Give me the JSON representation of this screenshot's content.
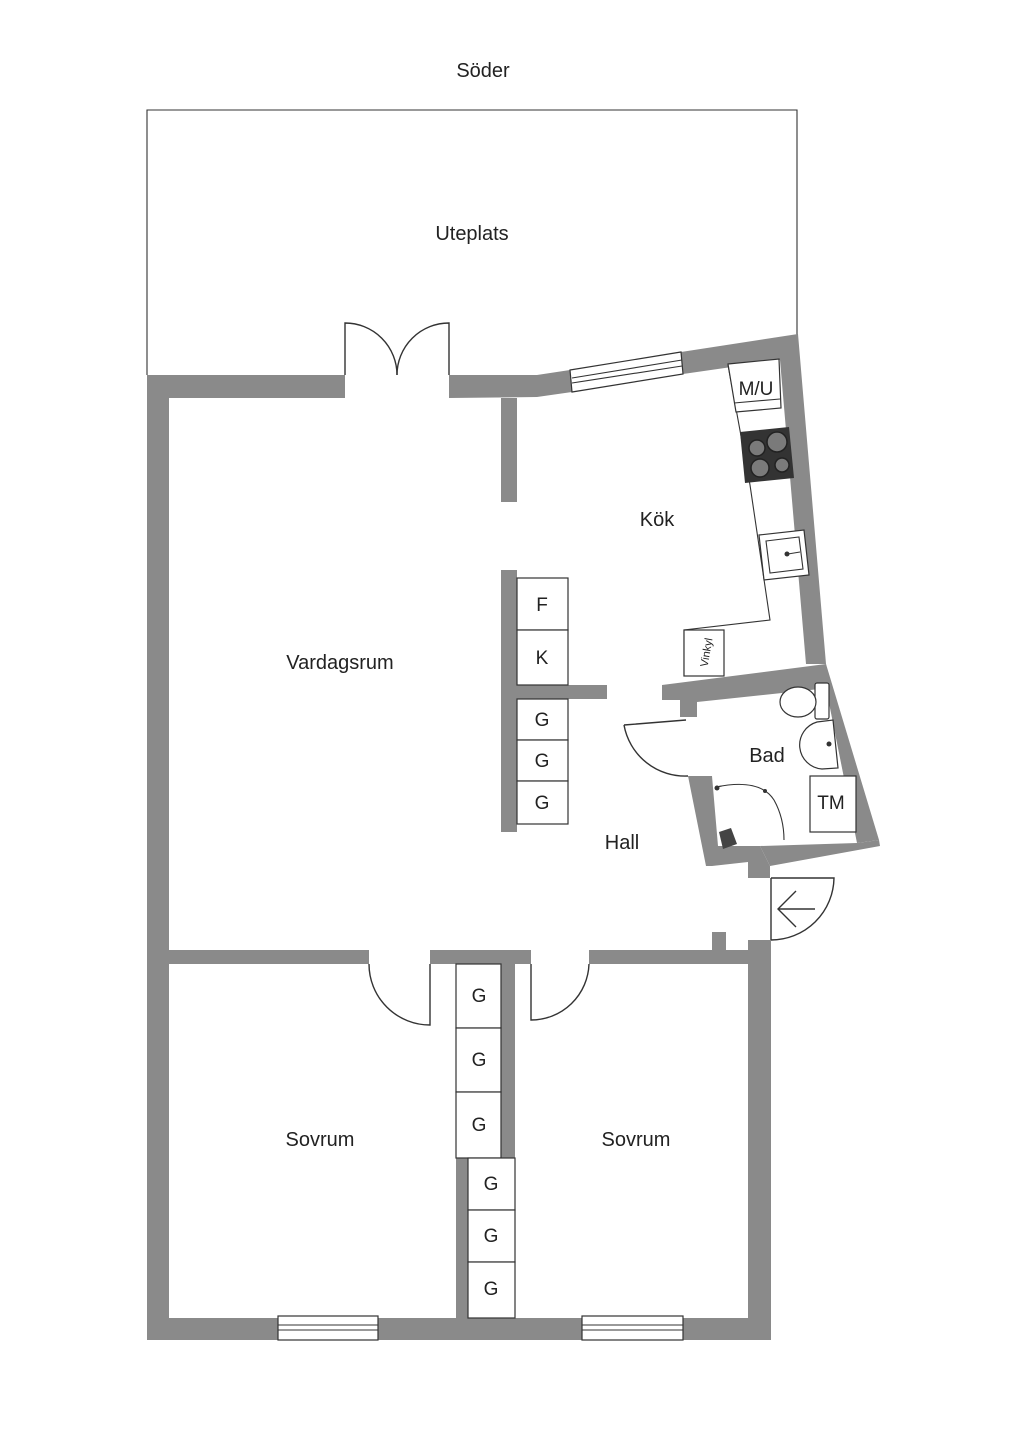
{
  "compass": "Söder",
  "rooms": {
    "patio": "Uteplats",
    "living": "Vardagsrum",
    "kitchen": "Kök",
    "bath": "Bad",
    "hall": "Hall",
    "bedroom_left": "Sovrum",
    "bedroom_right": "Sovrum"
  },
  "fixtures": {
    "dishwasher": "M/U",
    "fridge": "F",
    "freezer": "K",
    "wine_cooler": "Vinkyl",
    "dryer": "TM",
    "wardrobe": "G"
  },
  "colors": {
    "wall": "#8a8a8a",
    "line": "#333333"
  }
}
